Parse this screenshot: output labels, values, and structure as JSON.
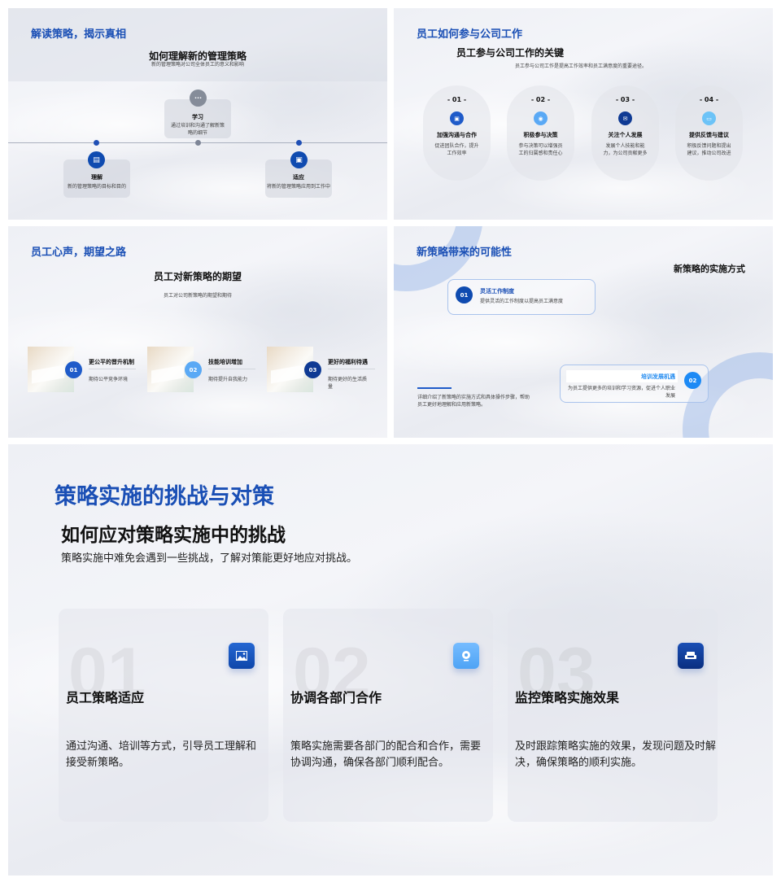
{
  "slide1": {
    "title": "解读策略，揭示真相",
    "heading": "如何理解新的管理策略",
    "subheading": "新的管理策略对公司全体员工的意义和影响",
    "steps": [
      {
        "title": "理解",
        "desc": "新的管理策略的目标和目的",
        "icon": "document-icon"
      },
      {
        "title": "学习",
        "desc": "通过培训和沟通了解新策略的细节",
        "icon": "chat-icon"
      },
      {
        "title": "适应",
        "desc": "将新的管理策略应用到工作中",
        "icon": "image-icon"
      }
    ]
  },
  "slide2": {
    "title": "员工如何参与公司工作",
    "heading": "员工参与公司工作的关键",
    "subheading": "员工参与公司工作是提高工作效率和员工满意度的重要途径。",
    "items": [
      {
        "num": "- 01 -",
        "title": "加强沟通与合作",
        "desc": "促进团队合作，提升工作效率",
        "color": "#1f5bc9"
      },
      {
        "num": "- 02 -",
        "title": "积极参与决策",
        "desc": "参与决策可以增强员工的归属感和责任心",
        "color": "#5aa9f5"
      },
      {
        "num": "- 03 -",
        "title": "关注个人发展",
        "desc": "发展个人技能和能力，为公司贡献更多",
        "color": "#0f3a94"
      },
      {
        "num": "- 04 -",
        "title": "提供反馈与建议",
        "desc": "积极反馈问题和提出建议，推动公司改进",
        "color": "#6cc3f7"
      }
    ]
  },
  "slide3": {
    "title": "员工心声，期望之路",
    "heading": "员工对新策略的期望",
    "subheading": "员工对公司新策略的期望和期待",
    "items": [
      {
        "num": "01",
        "title": "更公平的晋升机制",
        "desc": "期待公平竞争环境",
        "color": "#1f5bc9"
      },
      {
        "num": "02",
        "title": "技能培训增加",
        "desc": "期待提升自我能力",
        "color": "#5aa9f5"
      },
      {
        "num": "03",
        "title": "更好的福利待遇",
        "desc": "期待更好的生活质量",
        "color": "#0f3a94"
      }
    ]
  },
  "slide4": {
    "title": "新策略带来的可能性",
    "heading": "新策略的实施方式",
    "summary": "详细介绍了新策略的实施方式和具体操作步骤，帮助员工更好地理解和应用新策略。",
    "items": [
      {
        "num": "01",
        "title": "灵活工作制度",
        "desc": "提供灵活的工作制度以提高员工满意度"
      },
      {
        "num": "02",
        "title": "培训发展机遇",
        "desc": "为员工提供更多的培训和学习资源，促进个人职业发展"
      }
    ]
  },
  "slide5": {
    "title": "策略实施的挑战与对策",
    "heading": "如何应对策略实施中的挑战",
    "subheading": "策略实施中难免会遇到一些挑战，了解对策能更好地应对挑战。",
    "cards": [
      {
        "num": "01",
        "title": "员工策略适应",
        "desc": "通过沟通、培训等方式，引导员工理解和接受新策略。",
        "icon": "image-icon",
        "color": "#1f5bc9"
      },
      {
        "num": "02",
        "title": "协调各部门合作",
        "desc": "策略实施需要各部门的配合和合作，需要协调沟通，确保各部门顺利配合。",
        "icon": "webcam-icon",
        "color": "#5aa9f5"
      },
      {
        "num": "03",
        "title": "监控策略实施效果",
        "desc": "及时跟踪策略实施的效果，发现问题及时解决，确保策略的顺利实施。",
        "icon": "sofa-icon",
        "color": "#0f3a94"
      }
    ]
  }
}
